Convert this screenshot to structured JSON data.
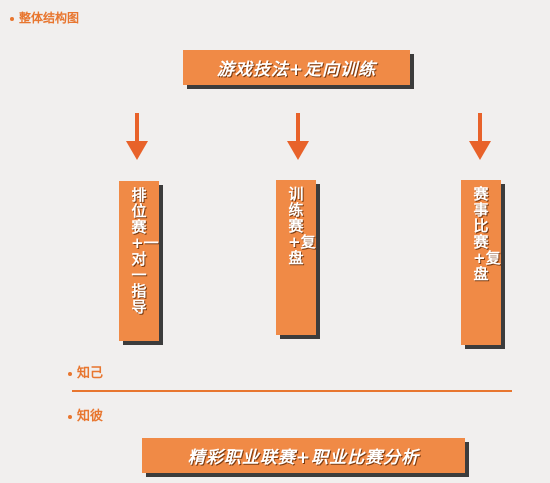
{
  "title": "整体结构图",
  "top_banner": "游戏技法+定向训练",
  "columns": [
    {
      "text": "排位赛+一对一指导"
    },
    {
      "text": "训练赛+复盘"
    },
    {
      "text": "赛事比赛+复盘"
    }
  ],
  "labels": {
    "zhiji": "知己",
    "zhibi": "知彼"
  },
  "bottom_banner": "精彩职业联赛+职业比赛分析",
  "colors": {
    "accent": "#f08a46",
    "accent_text": "#e8762f",
    "shadow": "#3c3c3c",
    "arrow": "#e8622a",
    "background": "#f1efee"
  }
}
